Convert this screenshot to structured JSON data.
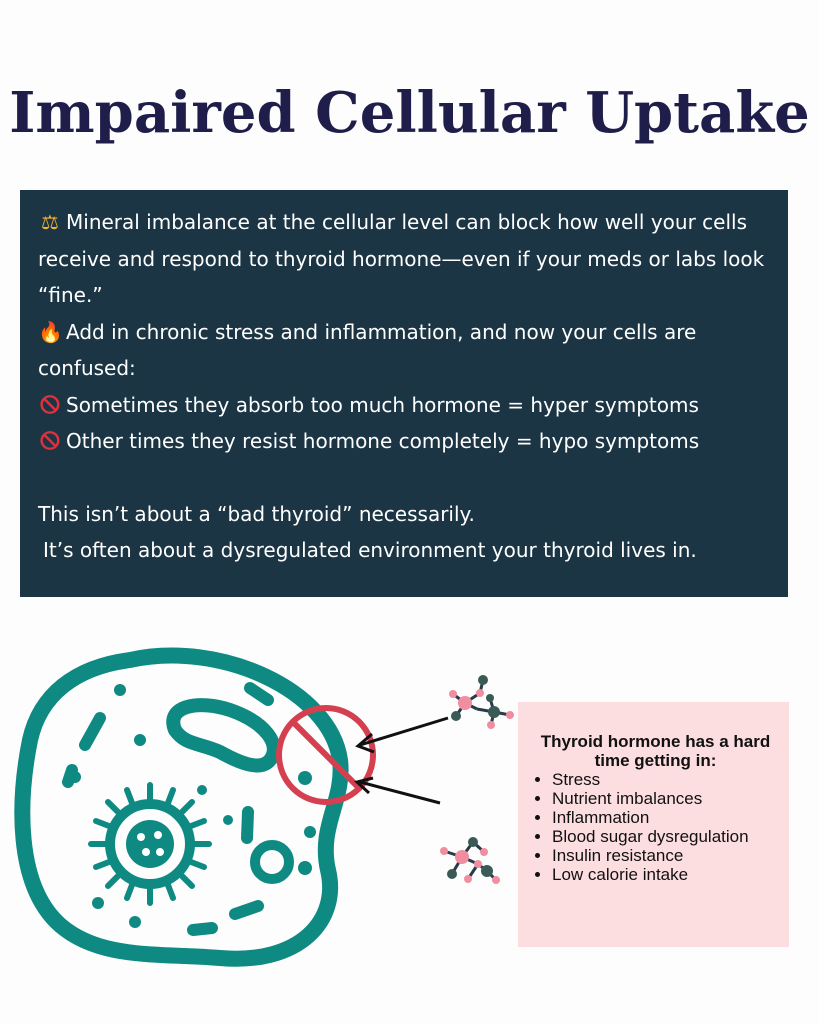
{
  "title": "Impaired Cellular Uptake",
  "info_box": {
    "p1": "Mineral imbalance at the cellular level can block how well your cells receive and respond to thyroid hormone—even if your meds or labs look “fine.”",
    "p2": "Add in chronic stress and inflammation, and now your cells are confused:",
    "p3": "Sometimes they absorb too much hormone = hyper symptoms",
    "p4": "Other times they resist hormone completely = hypo symptoms",
    "p5": "This isn’t about a “bad thyroid” necessarily.",
    "p6": "It’s often about a dysregulated environment your thyroid lives in.",
    "icons": {
      "p1": "balance-scale-icon",
      "p2": "fire-icon",
      "p3": "prohibited-icon",
      "p4": "prohibited-icon"
    }
  },
  "callout": {
    "heading": "Thyroid hormone has a hard time getting in:",
    "items": [
      "Stress",
      "Nutrient imbalances",
      "Inflammation",
      "Blood sugar dysregulation",
      "Insulin resistance",
      "Low calorie intake"
    ]
  },
  "colors": {
    "title": "#1f1d4a",
    "info_box_bg": "#1b3545",
    "cell": "#0f8a83",
    "block_symbol": "#d4404f",
    "callout_bg": "#fcdde0",
    "molecule_node_pink": "#f08ea0",
    "molecule_node_dark": "#3a5a55"
  }
}
